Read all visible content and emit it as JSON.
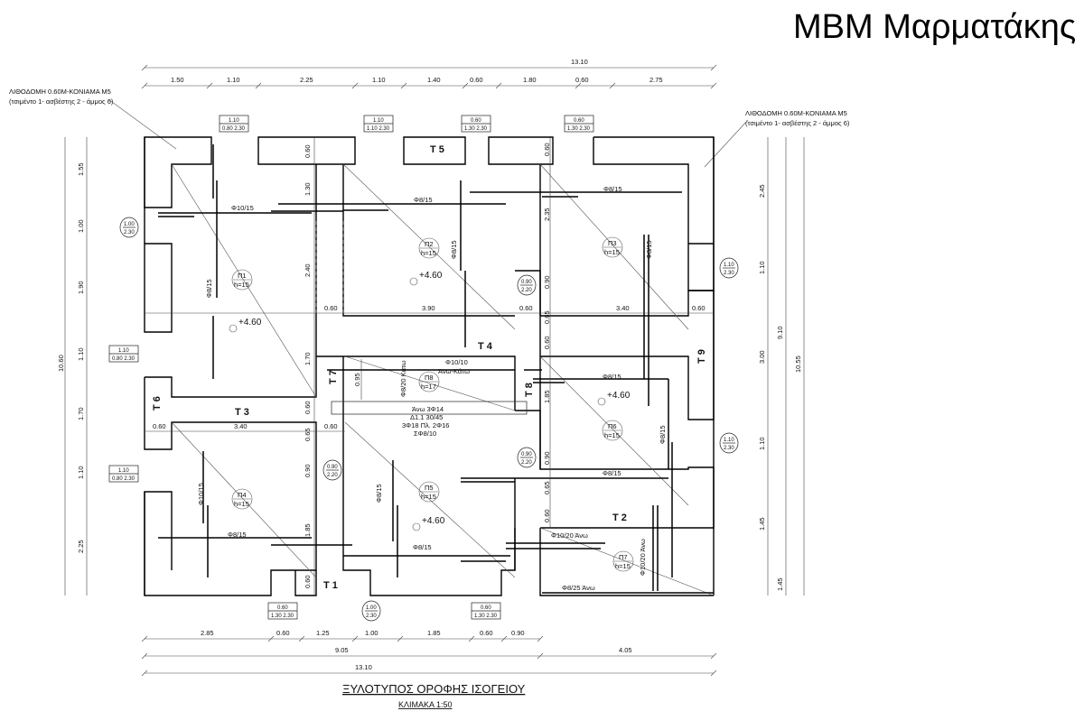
{
  "header": {
    "brand": "ΜΒΜ Μαρματάκης"
  },
  "drawing": {
    "title": "ΞΥΛΟΤΥΠΟΣ ΟΡΟΦΗΣ ΙΣΟΓΕΙΟΥ",
    "scale": "ΚΛΙΜΑΚΑ 1:50"
  },
  "notes": {
    "left": [
      "ΛΙΘΟΔΟΜΗ 0.60Μ-ΚΟΝΙΑΜΑ Μ5",
      "(τσιμέντο 1- ασβέστης 2 - άμμος 6)"
    ],
    "right": [
      "ΛΙΘΟΔΟΜΗ 0.60Μ-ΚΟΝΙΑΜΑ Μ5",
      "(τσιμέντο 1- ασβέστης 2 - άμμος 6)"
    ]
  },
  "dims": {
    "top_total": "13.10",
    "top": [
      "1.50",
      "1.10",
      "2.25",
      "1.10",
      "1.40",
      "0.60",
      "1.80",
      "0.60",
      "2.75"
    ],
    "left": [
      "1.55",
      "1.00",
      "1.90",
      "1.10",
      "1.70",
      "1.10",
      "2.25"
    ],
    "left_total": "10.60",
    "right": [
      "2.45",
      "1.10",
      "3.00",
      "1.10",
      "1.45"
    ],
    "right_mid": [
      "9.10",
      "1.45"
    ],
    "right_total": "10.55",
    "bottom": [
      "2.85",
      "0.60",
      "1.25",
      "1.00",
      "1.85",
      "0.60",
      "0.90"
    ],
    "bottom_mid": [
      "9.05",
      "4.05"
    ],
    "bottom_total": "13.10",
    "inner_col1": [
      "0.60",
      "1.30",
      "2.40",
      "1.70",
      "0.60",
      "0.65",
      "0.90",
      "1.85",
      "0.60"
    ],
    "inner_col2": [
      "0.60",
      "2.35",
      "0.90",
      "0.65",
      "0.60",
      "1.85",
      "0.90",
      "0.65",
      "0.60"
    ],
    "inner_row1": [
      "0.60",
      "3.90",
      "0.60",
      "3.40",
      "0.60"
    ],
    "inner_row2": [
      "0.60",
      "3.40",
      "0.60"
    ],
    "inner_other": [
      "0.95"
    ]
  },
  "openings": {
    "boxes": [
      {
        "a": "1.10",
        "b": "0.80 2.30"
      },
      {
        "a": "1.10",
        "b": "1.10 2.30"
      },
      {
        "a": "0.60",
        "b": "1.30 2.30"
      },
      {
        "a": "0.60",
        "b": "1.30 2.30"
      },
      {
        "a": "1.10",
        "b": "0.80 2.30"
      },
      {
        "a": "1.10",
        "b": "0.80 2.30"
      },
      {
        "a": "0.60",
        "b": "1.30 2.30"
      },
      {
        "a": "0.60",
        "b": "1.30 2.30"
      }
    ],
    "circles": [
      {
        "a": "1.00",
        "b": "2.30"
      },
      {
        "a": "1.10",
        "b": "2.30"
      },
      {
        "a": "0.90",
        "b": "2.20"
      },
      {
        "a": "0.90",
        "b": "2.20"
      },
      {
        "a": "0.90",
        "b": "2.20"
      },
      {
        "a": "1.10",
        "b": "2.30"
      },
      {
        "a": "1.00",
        "b": "2.30"
      }
    ]
  },
  "slabs": [
    {
      "id": "Π1",
      "h": "h=15"
    },
    {
      "id": "Π2",
      "h": "h=15"
    },
    {
      "id": "Π3",
      "h": "h=15"
    },
    {
      "id": "Π8",
      "h": "h=17"
    },
    {
      "id": "Π6",
      "h": "h=15"
    },
    {
      "id": "Π4",
      "h": "h=15"
    },
    {
      "id": "Π5",
      "h": "h=15"
    },
    {
      "id": "Π7",
      "h": "h=15"
    }
  ],
  "beams": [
    "Τ 1",
    "Τ 2",
    "Τ 3",
    "Τ 4",
    "Τ 5",
    "Τ 6",
    "Τ 7",
    "Τ 8",
    "Τ 9"
  ],
  "elevation": "+4.60",
  "rebars": {
    "r1": "Φ10/15",
    "r2": "Φ8/15",
    "r3": "Φ8/15",
    "r4": "Φ8/15",
    "r5": "Φ8/15",
    "r6": "Φ8/15",
    "r7": "Φ10/10",
    "r8": "Άνω-Κάτω",
    "r9": "Φ8/20 Κάτω",
    "r10": "Φ8/15",
    "r11": "Φ8/15",
    "r12": "Φ8/15",
    "r13": "Φ10/15",
    "r14": "Φ8/15",
    "r15": "Φ8/15",
    "r16": "Φ8/15",
    "r17": "Φ10/20 Άνω",
    "r18": "Φ10/20 Άνω",
    "r19": "Φ8/25 Άνω"
  },
  "beam_note": [
    "Άνω 3Φ14",
    "Δ1.1 30/45",
    "3Φ18 Πλ. 2Φ16",
    "ΣΦ8/10"
  ]
}
